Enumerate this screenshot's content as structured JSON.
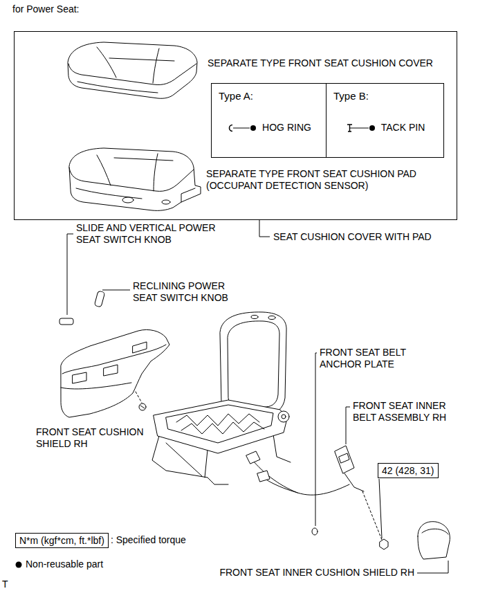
{
  "diagram": {
    "title": "for Power Seat:",
    "nodes": [
      {
        "text": [
          "SEAT CUSHION COVER WITH PAD"
        ]
      },
      {
        "text": [
          "Type A:",
          "HOG RING"
        ],
        "in": 0
      },
      {
        "text": [
          "Type B:",
          "TACK PIN"
        ],
        "in": 0
      },
      {
        "text": [
          "42 (428, 31)"
        ]
      },
      {
        "text": [
          "N*m (kgf*cm, ft.*lbf)"
        ]
      }
    ],
    "labels": [
      "SEPARATE TYPE FRONT SEAT CUSHION COVER",
      "SEPARATE TYPE FRONT SEAT CUSHION PAD (OCCUPANT DETECTION SENSOR)",
      "SLIDE AND VERTICAL POWER SEAT SWITCH KNOB",
      "RECLINING POWER SEAT SWITCH KNOB",
      "FRONT SEAT CUSHION SHIELD RH",
      "FRONT SEAT BELT ANCHOR PLATE",
      "FRONT SEAT INNER BELT ASSEMBLY RH",
      "FRONT SEAT INNER CUSHION SHIELD RH",
      ": Specified torque",
      "T"
    ],
    "legend": [
      {
        "text": "Non-reusable part"
      }
    ]
  }
}
